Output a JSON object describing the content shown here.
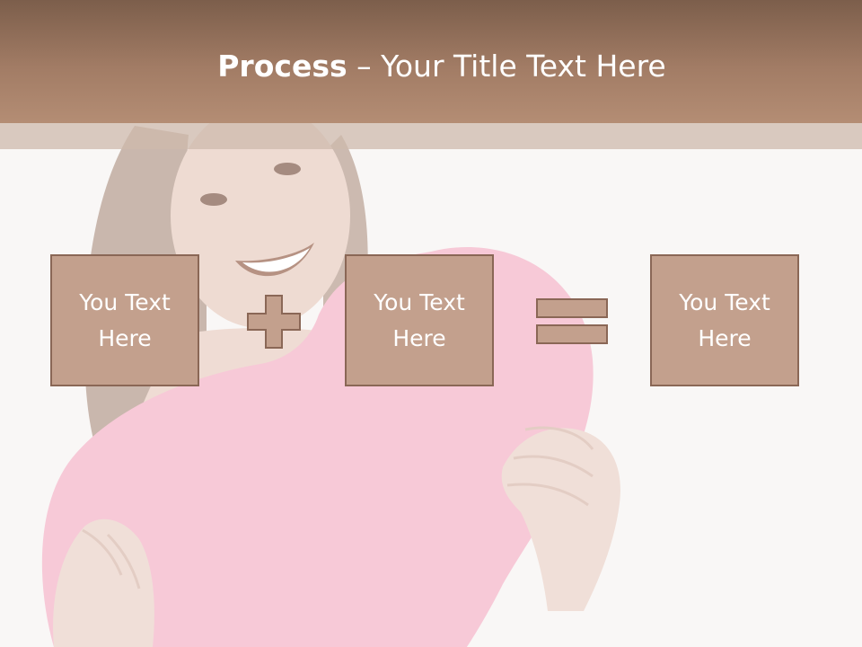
{
  "slide": {
    "title_bold": "Process",
    "title_rest": " – Your Title Text Here",
    "boxes": [
      {
        "label": "You Text Here"
      },
      {
        "label": "You Text Here"
      },
      {
        "label": "You Text Here"
      }
    ],
    "operators": [
      "plus-icon",
      "equals-icon"
    ]
  },
  "colors": {
    "header": "#a27c65",
    "box_fill": "#c3a08d",
    "box_border": "#8a6756",
    "heart": "#f7c9d7",
    "background": "#f9f7f6"
  }
}
